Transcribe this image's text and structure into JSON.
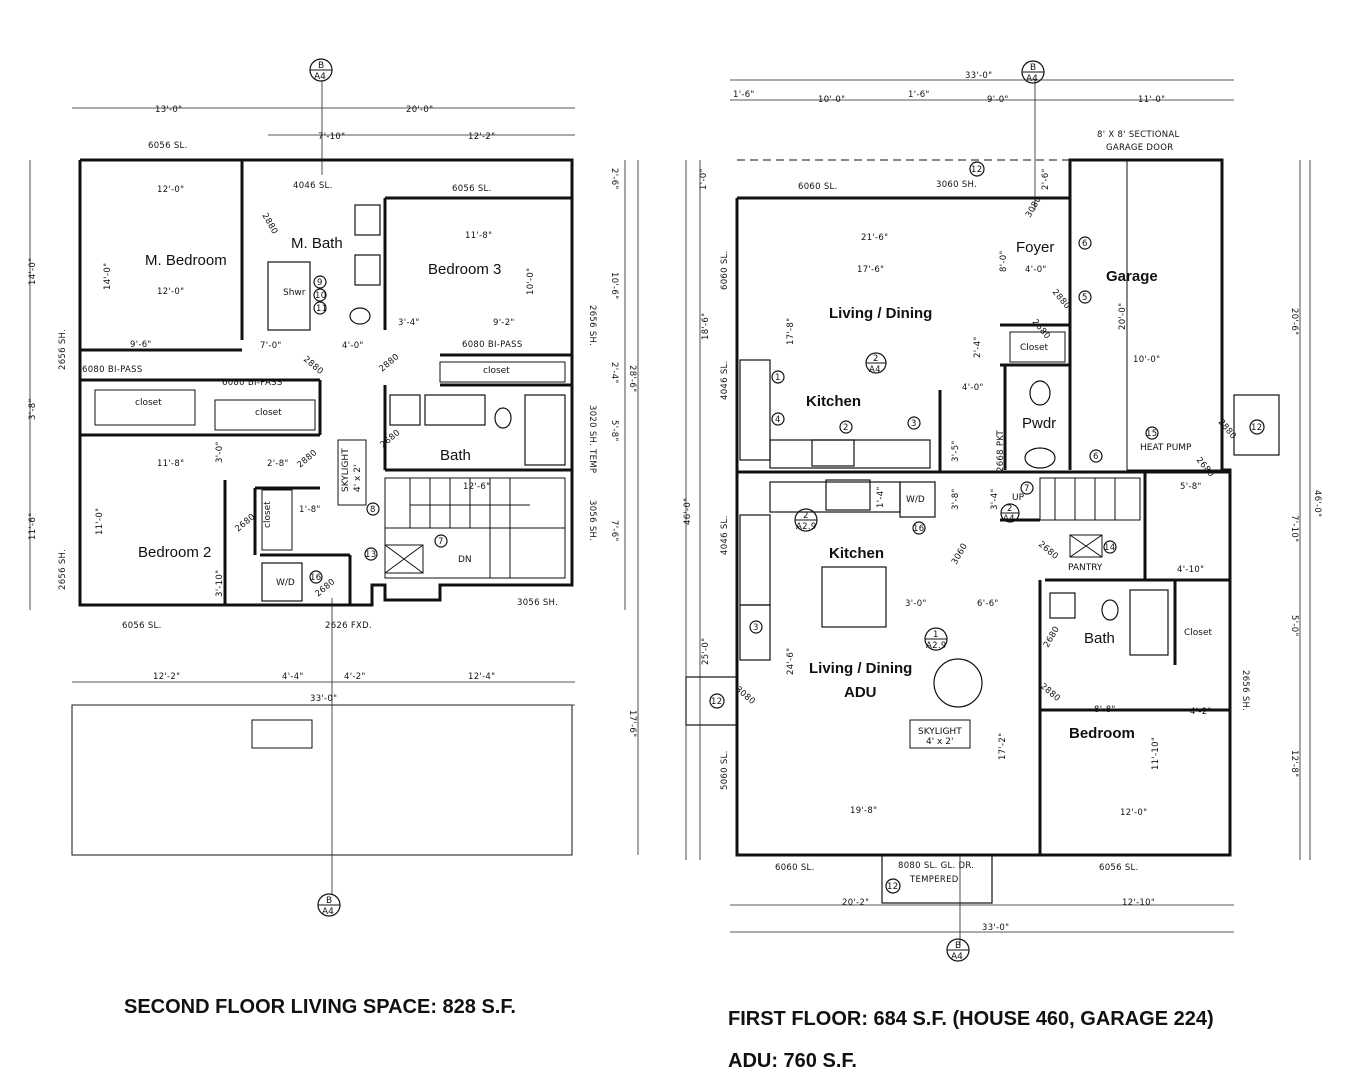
{
  "captions": {
    "second_floor": "SECOND FLOOR LIVING SPACE: 828 S.F.",
    "first_floor": "FIRST FLOOR: 684 S.F. (HOUSE 460, GARAGE 224)",
    "adu": "ADU: 760 S.F."
  },
  "section_marker": {
    "top": "B",
    "bottom": "A4"
  },
  "second_floor": {
    "rooms": {
      "m_bedroom": "M. Bedroom",
      "m_bath": "M. Bath",
      "bedroom3": "Bedroom 3",
      "bedroom2": "Bedroom 2",
      "bath": "Bath",
      "dn": "DN",
      "shwr": "Shwr",
      "closet1": "closet",
      "closet2": "closet",
      "closet3": "closet",
      "closet4": "closet",
      "wd": "W/D",
      "skylight": "SKYLIGHT",
      "skylight_size": "4' x 2'"
    },
    "windows": {
      "top_left": "6056 SL.",
      "top_mid": "4046 SL.",
      "top_right": "6056 SL.",
      "bottom_left": "6056 SL.",
      "bottom_mid": "2626 FXD.",
      "bottom_right": "3056 SH.",
      "left_upper": "2656 SH.",
      "left_lower": "2656 SH.",
      "right_upper": "2656 SH.",
      "right_mid": "3020 SH. TEMP",
      "right_lower": "3056 SH.",
      "bipass_left": "6080 BI-PASS",
      "bipass_mid": "6080 BI-PASS",
      "bipass_right": "6080 BI-PASS"
    },
    "doors": [
      "2880",
      "2880",
      "2880",
      "2680",
      "2880",
      "2680",
      "2680"
    ],
    "dims": {
      "top_a": "13'-0\"",
      "top_b": "20'-0\"",
      "top_c": "7'-10\"",
      "top_d": "12'-2\"",
      "mbed_w": "12'-0\"",
      "mbed_w2": "12'-0\"",
      "mbed_h": "14'-0\"",
      "bed3_w": "11'-8\"",
      "bed3_h": "10'-0\"",
      "bed2_w": "11'-8\"",
      "bed2_h": "11'-0\"",
      "left_a": "14'-0\"",
      "left_b": "3'-8\"",
      "left_c": "11'-6\"",
      "right_a": "2'-6\"",
      "right_b": "10'-6\"",
      "right_c": "2'-4\"",
      "right_d": "5'-8\"",
      "right_e": "7'-6\"",
      "right_total": "28'-6\"",
      "right_far": "17'-6\"",
      "bot_a": "12'-2\"",
      "bot_b": "4'-4\"",
      "bot_c": "4'-2\"",
      "bot_d": "12'-4\"",
      "bot_total": "33'-0\"",
      "stair": "12'-6\"",
      "m1": "9'-6\"",
      "m2": "3'-4\"",
      "m3": "9'-2\"",
      "m4": "7'-0\"",
      "m5": "4'-0\"",
      "m6": "2'-8\"",
      "m7": "1'-8\"",
      "m8": "3'-0\"",
      "m9": "3'-10\""
    },
    "tags": [
      "8",
      "9",
      "10",
      "11",
      "7",
      "13",
      "16"
    ]
  },
  "first_floor": {
    "rooms": {
      "living_dining": "Living / Dining",
      "kitchen": "Kitchen",
      "foyer": "Foyer",
      "garage": "Garage",
      "pwdr": "Pwdr",
      "closet": "Closet",
      "heat_pump": "HEAT PUMP",
      "kitchen_adu": "Kitchen",
      "living_dining_adu": "Living / Dining",
      "adu": "ADU",
      "bath": "Bath",
      "closet_adu": "Closet",
      "bedroom": "Bedroom",
      "pantry": "PANTRY",
      "up": "UP",
      "wd": "W/D",
      "skylight": "SKYLIGHT",
      "skylight_size": "4' x 2'"
    },
    "windows": {
      "top_left": "6060 SL.",
      "top_mid": "3060 SH.",
      "garage_door": "8' X 8' SECTIONAL GARAGE DOOR",
      "left_a": "6060 SL.",
      "left_b": "4046 SL.",
      "left_c": "4046 SL.",
      "left_d": "5060 SL.",
      "right_adu": "2656 SH.",
      "bottom_left": "6060 SL.",
      "bottom_mid": "8080 SL. GL. DR.",
      "bottom_mid2": "TEMPERED",
      "bottom_right": "6056 SL.",
      "pkt": "2668 PKT"
    },
    "doors": [
      "3080",
      "2880",
      "2680",
      "2880",
      "2680",
      "3080",
      "2680",
      "2880",
      "2680",
      "3060"
    ],
    "dims": {
      "top_total": "33'-0\"",
      "top_a": "1'-6\"",
      "top_b": "10'-0\"",
      "top_c": "1'-6\"",
      "top_d": "9'-0\"",
      "top_e": "11'-0\"",
      "ld_w": "21'-6\"",
      "ld_w2": "17'-6\"",
      "ld_h": "17'-8\"",
      "garage_w": "10'-0\"",
      "garage_h": "20'-0\"",
      "left_a": "18'-6\"",
      "left_total": "46'-0\"",
      "left_b": "25'-0\"",
      "right_a": "20'-6\"",
      "right_total": "46'-0\"",
      "right_b": "7'-10\"",
      "right_c": "5'-0\"",
      "right_d": "12'-8\"",
      "adu_w": "19'-8\"",
      "adu_h": "24'-6\"",
      "bed_w": "8'-8\"",
      "bed_w2": "12'-0\"",
      "bed_h": "11'-10\"",
      "bot_a": "20'-2\"",
      "bot_b": "12'-10\"",
      "bot_total": "33'-0\"",
      "m1": "4'-0\"",
      "m2": "8'-0\"",
      "m3": "4'-0\"",
      "m4": "2'-4\"",
      "m5": "3'-5\"",
      "m6": "1'-4\"",
      "m7": "3'-0\"",
      "m8": "6'-6\"",
      "m9": "5'-8\"",
      "m10": "4'-10\"",
      "m11": "4'-2\"",
      "m12": "17'-2\"",
      "m13": "3'-4\"",
      "m14": "3'-8\"",
      "m15": "1'-0\"",
      "m16": "2'-6\""
    },
    "section_2": {
      "top": "2",
      "bottom": "A4"
    },
    "section_1": {
      "top": "1",
      "bottom": "A2.9"
    },
    "tags": [
      "12",
      "6",
      "5",
      "1",
      "4",
      "2",
      "3",
      "15",
      "6",
      "16",
      "7",
      "14",
      "12",
      "12",
      "3",
      "12"
    ]
  }
}
